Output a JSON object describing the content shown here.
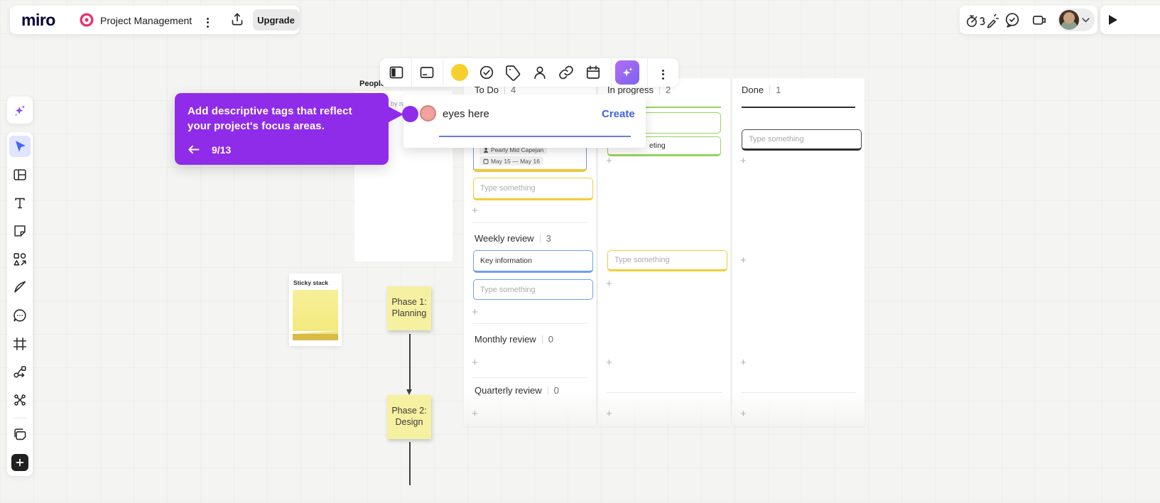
{
  "header": {
    "logo": "miro",
    "board_title": "Project Management",
    "upgrade_label": "Upgrade"
  },
  "guide_tooltip": {
    "message": "Add descriptive tags that reflect your project's focus areas.",
    "step": "9/13"
  },
  "tag_popup": {
    "input_value": "eyes here",
    "create_label": "Create"
  },
  "board": {
    "people_frame_label": "People",
    "hidden_text_fragment": "by na",
    "columns": {
      "todo": {
        "title": "To Do",
        "count": "4"
      },
      "in_progress": {
        "title": "In progress",
        "count": "2"
      },
      "done": {
        "title": "Done",
        "count": "1"
      }
    },
    "rows": {
      "weekly": {
        "title": "Weekly review",
        "count": "3"
      },
      "monthly": {
        "title": "Monthly review",
        "count": "0"
      },
      "quarterly": {
        "title": "Quarterly review",
        "count": "0"
      }
    },
    "cards": {
      "assignee_chip": "Pearly Mid Capejan",
      "date_chip": "May 15 — May 16",
      "key_information": "Key information",
      "partial_card_text": "eting",
      "placeholder": "Type something"
    },
    "add_card_symbol": "+"
  },
  "stickies": {
    "stack_label": "Sticky stack",
    "phase_1": "Phase 1: Planning",
    "phase_2": "Phase 2: Design"
  },
  "colors": {
    "accent_purple": "#8f2ce9",
    "select_blue": "#4262ff",
    "create_blue": "#3d62e8",
    "underline_blue": "#6b79dd",
    "green": "#97d35c",
    "yellow": "#f2cd3a",
    "yellow_swatch": "#f6cf2d",
    "card_blue": "#6fa0f2",
    "done_dark": "#2e2e2e",
    "sticky_yellow": "#f6f0a1",
    "pink_swatch": "#f2a19c",
    "logo_pink": "#e8356d"
  }
}
